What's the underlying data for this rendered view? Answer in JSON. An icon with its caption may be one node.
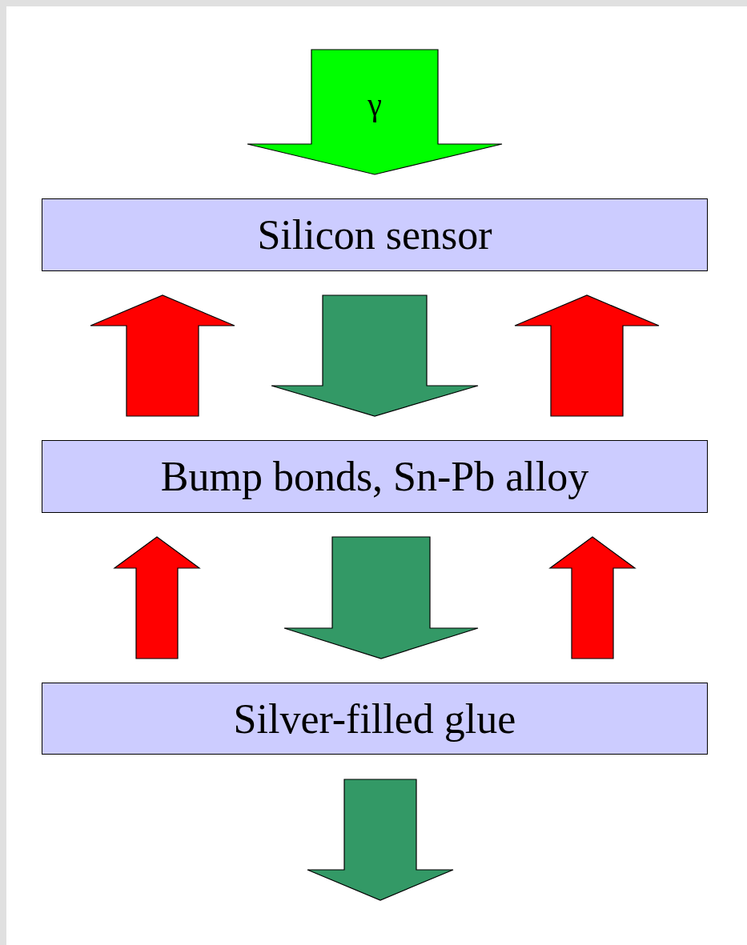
{
  "diagram": {
    "nodes": [
      {
        "text": [
          "Silicon sensor"
        ]
      },
      {
        "text": [
          "Bump bonds, Sn-Pb alloy"
        ]
      },
      {
        "text": [
          "Silver-filled glue"
        ]
      }
    ],
    "edges": [
      {
        "from": null,
        "to": 0,
        "arrow": "to",
        "label": "γ",
        "color": "#00ff00"
      },
      {
        "from": 1,
        "to": 0,
        "arrow": "to",
        "color": "#ff0000"
      },
      {
        "from": 0,
        "to": 1,
        "arrow": "to",
        "color": "#339966"
      },
      {
        "from": 1,
        "to": 0,
        "arrow": "to",
        "color": "#ff0000"
      },
      {
        "from": 2,
        "to": 1,
        "arrow": "to",
        "color": "#ff0000"
      },
      {
        "from": 1,
        "to": 2,
        "arrow": "to",
        "color": "#339966"
      },
      {
        "from": 2,
        "to": 1,
        "arrow": "to",
        "color": "#ff0000"
      },
      {
        "from": 2,
        "to": null,
        "arrow": "to",
        "color": "#339966"
      }
    ]
  }
}
